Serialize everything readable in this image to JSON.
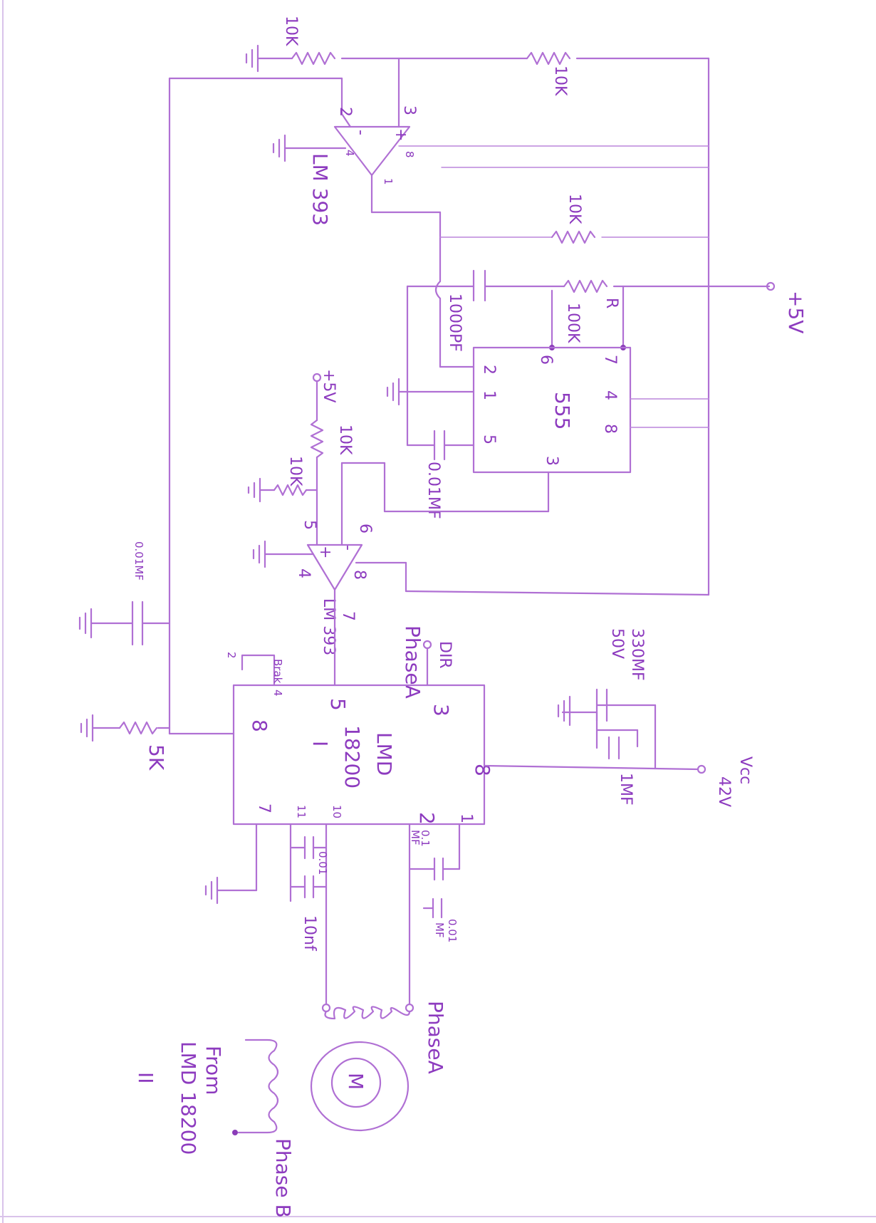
{
  "colors": {
    "ink": "#8d3bbf",
    "wire": "#b070d4",
    "paper": "#ffffff"
  },
  "labels": {
    "r_ground_top": "10K",
    "r_feedback": "10K",
    "comp1_name": "LM 393",
    "comp1_pin2": "2",
    "comp1_pin3": "3",
    "comp1_pin4": "4",
    "comp1_pin8": "8",
    "comp1_pin1": "1",
    "comp1_minus": "-",
    "comp1_plus": "+",
    "r_pullup": "10K",
    "cap_1000": "1000PF",
    "r_timing_r": "R",
    "r_timing_val": "100K",
    "v_supply": "+5V",
    "timer_name": "555",
    "timer_pin7": "7",
    "timer_pin4": "4",
    "timer_pin8": "8",
    "timer_pin2": "2",
    "timer_pin1": "1",
    "timer_pin5": "5",
    "timer_pin3": "3",
    "timer_pin6": "6",
    "cap_001": "0.01MF",
    "v_supply2": "+5V",
    "r_div_top": "10K",
    "r_div_bottom": "10K",
    "comp2_pin5": "5",
    "comp2_pin6": "6",
    "comp2_pin4": "4",
    "comp2_pin8": "8",
    "comp2_pin7": "7",
    "comp2_minus": "-",
    "comp2_plus": "+",
    "comp2_name": "LM 393",
    "cap_left": "0.01MF",
    "dir_label": "DIR",
    "phasea_label": "PhaseA",
    "brake_label": "Brak",
    "brake_pin": "4",
    "brake_gnd": "2",
    "cap_330_val": "330MF",
    "cap_330_volt": "50V",
    "cap_1mf": "1MF",
    "vcc_label": "Vcc",
    "vcc_val": "42V",
    "driver_name": "LMD",
    "driver_part": "18200",
    "driver_num": "I",
    "driver_pin3": "3",
    "driver_pin5": "5",
    "driver_pin8_left": "8",
    "driver_pin8_right": "8",
    "driver_pin7": "7",
    "driver_pin11": "11",
    "driver_pin10": "10",
    "driver_pin2": "2",
    "driver_pin1": "1",
    "r_5k": "5K",
    "cap_001a": "0.01",
    "cap_10nf": "10nf",
    "cap_01mf_a": "0.1",
    "cap_01mf_b": "MF",
    "cap_001mf_a": "0.01",
    "cap_001mf_b": "MF",
    "motor_label": "M",
    "phase_a_out": "PhaseA",
    "phase_b_out": "Phase B",
    "from_label": "From",
    "from_part": "LMD 18200",
    "from_num": "II"
  }
}
